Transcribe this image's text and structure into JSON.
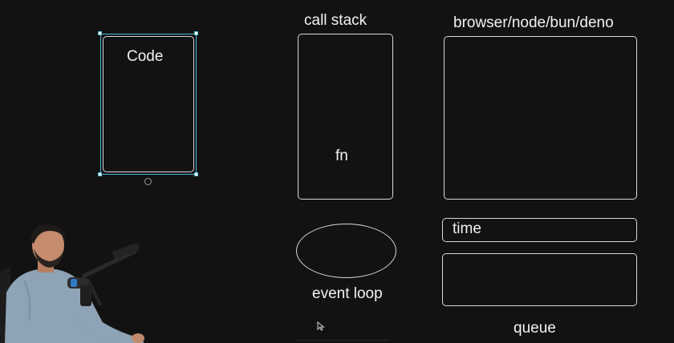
{
  "canvas": {
    "code_box": {
      "label": "Code"
    },
    "call_stack": {
      "title": "call stack",
      "item": "fn"
    },
    "runtime": {
      "title": "browser/node/bun/deno"
    },
    "event_loop": {
      "label": "event loop"
    },
    "time_box": {
      "label": "time"
    },
    "queue_box": {
      "label": "queue"
    }
  },
  "colors": {
    "background": "#121212",
    "stroke": "#d9d9d9",
    "selection": "#4fb6d8",
    "text": "#f2f2f2"
  },
  "icons": {
    "cursor": "pointer-cursor-icon",
    "rotate": "rotate-handle-icon"
  }
}
